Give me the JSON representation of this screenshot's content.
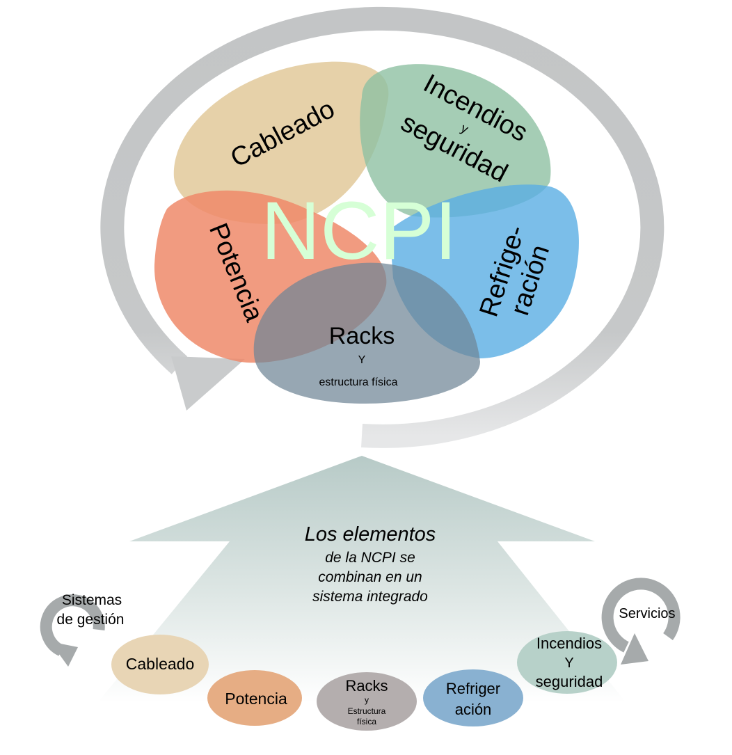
{
  "center": {
    "title": "NCPI"
  },
  "top_elements": {
    "cableado": "Cableado",
    "incendios_line1": "Incendios",
    "incendios_line2": "y",
    "incendios_line3": "seguridad",
    "potencia": "Potencia",
    "refrigeracion_line1": "Refrige-",
    "refrigeracion_line2": "ración",
    "racks_line1": "Racks",
    "racks_line2": "Y",
    "racks_line3": "estructura física"
  },
  "arrow_text": {
    "line1": "Los elementos",
    "line2": "de la NCPI se",
    "line3": "combinan en un",
    "line4": "sistema integrado"
  },
  "bottom_elements": {
    "sistemas_line1": "Sistemas",
    "sistemas_line2": "de gestión",
    "cableado": "Cableado",
    "potencia": "Potencia",
    "racks_line1": "Racks",
    "racks_line2": "y",
    "racks_line3": "Estructura",
    "racks_line4": "física",
    "refrigeracion_line1": "Refriger",
    "refrigeracion_line2": "ación",
    "incendios_line1": "Incendios",
    "incendios_line2": "Y",
    "incendios_line3": "seguridad",
    "servicios": "Servicios"
  },
  "colors": {
    "cableado": "#e2c99a",
    "incendios": "#8fc0a2",
    "potencia": "#ee8a6a",
    "refrigeracion": "#5aaee3",
    "racks": "#6f8595",
    "ring": "#c3c5c6",
    "ncpi_text": "#d6ffd6",
    "arrow": "#b9cbc8"
  }
}
